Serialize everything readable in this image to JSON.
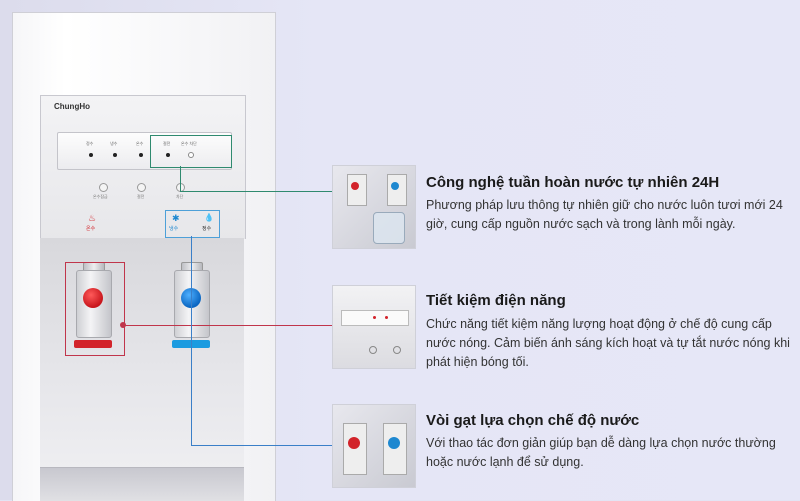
{
  "product": {
    "brand": "ChungHo",
    "panel_labels": [
      "정수",
      "냉수",
      "온수",
      "절전",
      "온수 차단"
    ],
    "buttons": [
      "온수잠금",
      "절전",
      "차단"
    ],
    "hot_label": "온수",
    "cold_label": "냉수",
    "purified_label": "정수"
  },
  "features": [
    {
      "title": "Công nghệ tuần hoàn nước tự nhiên 24H",
      "desc": "Phương pháp lưu thông tự nhiên giữ cho nước luôn tươi mới 24 giờ,  cung cấp nguồn nước sạch và trong lành mỗi ngày.",
      "thumb_icon": "water-taps-photo-icon"
    },
    {
      "title": "Tiết kiệm điện năng",
      "desc": "Chức năng tiết kiệm năng lượng hoạt động ở chế độ cung cấp nước nóng. Cảm biến ánh sáng kích hoạt và tự tắt nước nóng khi phát hiện bóng tối.",
      "thumb_icon": "control-panel-photo-icon"
    },
    {
      "title": "Vòi gạt lựa chọn chế độ  nước",
      "desc": "Với thao tác đơn giản giúp bạn dễ dàng lựa chọn nước thường hoặc nước lạnh để sử dụng.",
      "thumb_icon": "taps-closeup-photo-icon"
    }
  ],
  "colors": {
    "connector_green": "#2f8a6f",
    "connector_red": "#c0354b",
    "connector_blue": "#3a7fc8",
    "hot": "#d2232a",
    "cold": "#1e88d0"
  }
}
